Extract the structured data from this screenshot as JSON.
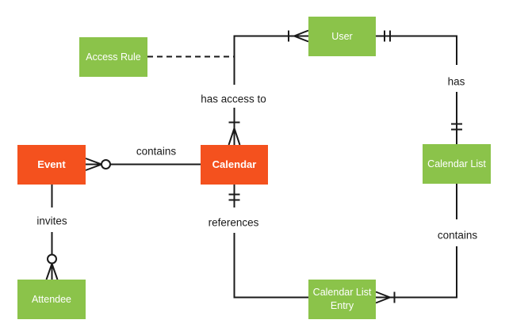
{
  "diagram_type": "entity-relationship-crowsfoot",
  "colors": {
    "entity_green": "#8BC34A",
    "entity_orange": "#F4511E",
    "connector": "#1A1A1A",
    "entity_text": "#FFFFFF",
    "label_text": "#1A1A1A",
    "background": "#FFFFFF"
  },
  "entities": [
    {
      "label": "Access Rule",
      "color": "green"
    },
    {
      "label": "User",
      "color": "green"
    },
    {
      "label": "Event",
      "color": "orange"
    },
    {
      "label": "Calendar",
      "color": "orange"
    },
    {
      "label": "Calendar List",
      "color": "green"
    },
    {
      "label": "Attendee",
      "color": "green"
    },
    {
      "label": "Calendar List Entry",
      "color": "green"
    }
  ],
  "relationships": [
    {
      "label": "contains",
      "from": "Event",
      "to": "Calendar",
      "from_cardinality": "zero-or-many",
      "to_cardinality": "plain",
      "style": "solid"
    },
    {
      "label": "invites",
      "from": "Event",
      "to": "Attendee",
      "from_cardinality": "plain",
      "to_cardinality": "zero-or-many",
      "style": "solid"
    },
    {
      "label": "has access to",
      "from": "Calendar",
      "to": "User",
      "from_cardinality": "one-or-many",
      "to_cardinality": "one-or-many",
      "style": "solid"
    },
    {
      "label": "has",
      "from": "User",
      "to": "Calendar List",
      "from_cardinality": "exactly-one",
      "to_cardinality": "exactly-one",
      "style": "solid"
    },
    {
      "label": "contains",
      "from": "Calendar List",
      "to": "Calendar List Entry",
      "from_cardinality": "plain",
      "to_cardinality": "one-or-many",
      "style": "solid"
    },
    {
      "label": "references",
      "from": "Calendar",
      "to": "Calendar List Entry",
      "from_cardinality": "exactly-one",
      "to_cardinality": "plain",
      "style": "solid"
    },
    {
      "label": "",
      "from": "Access Rule",
      "to": "has access to",
      "style": "dashed"
    }
  ]
}
